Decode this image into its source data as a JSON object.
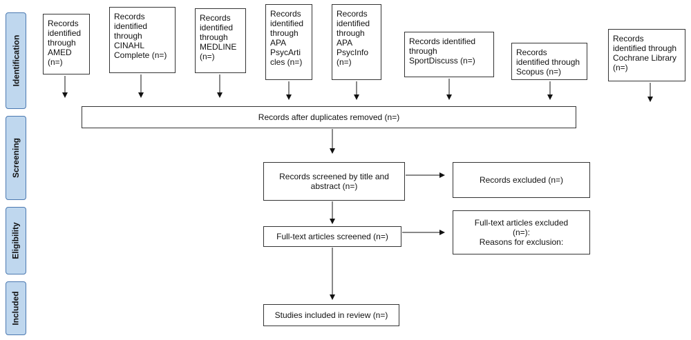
{
  "stages": {
    "identification": "Identification",
    "screening": "Screening",
    "eligibility": "Eligibility",
    "included": "Included"
  },
  "sources": [
    "Records\nidentified\nthrough\nAMED\n(n=)",
    "Records\nidentified\nthrough\nCINAHL\nComplete (n=)",
    "Records\nidentified\nthrough\nMEDLINE\n(n=)",
    "Records\nidentified\nthrough\nAPA\nPsycArti\ncles (n=)",
    "Records\nidentified\nthrough\nAPA\nPsycInfo\n(n=)",
    "Records identified\nthrough\nSportDiscuss (n=)",
    "Records\nidentified through\nScopus (n=)",
    "Records\nidentified through\nCochrane Library\n(n=)"
  ],
  "duplicates_removed": "Records after duplicates removed (n=)",
  "screened": "Records screened by title and\nabstract (n=)",
  "records_excluded": "Records excluded (n=)",
  "fulltext_screened": "Full-text articles screened (n=)",
  "fulltext_excluded": "Full-text articles excluded\n(n=):\nReasons for exclusion:",
  "included": "Studies included in review (n=)"
}
